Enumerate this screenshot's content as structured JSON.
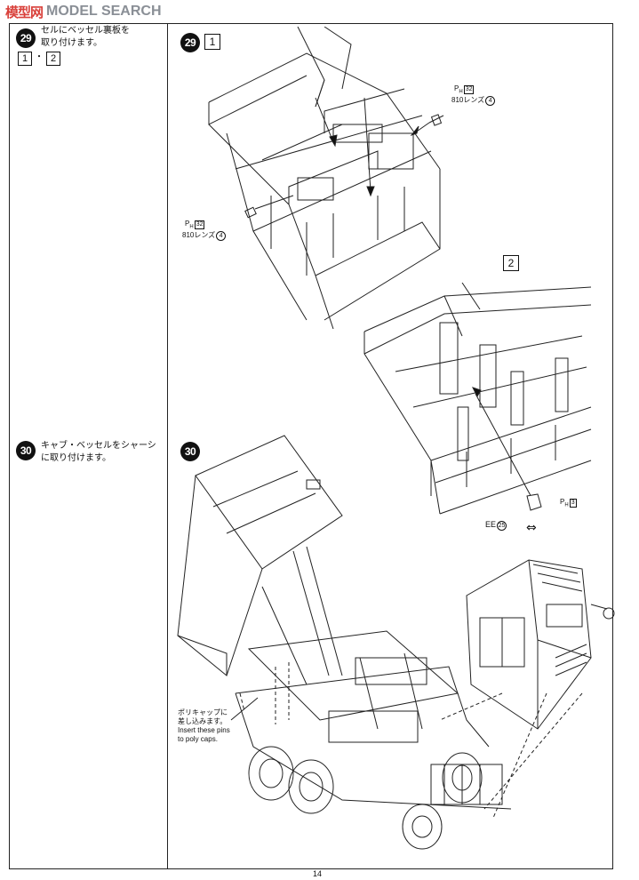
{
  "watermark": {
    "icon_text": "模型网",
    "text": "MODEL SEARCH"
  },
  "steps": {
    "s29": {
      "number": "29",
      "text_line1": "セルにベッセル裏板を",
      "text_line2": "取り付けます。",
      "ref_a": "1",
      "ref_sep": "・",
      "ref_b": "2",
      "fig_label": "1",
      "fig2_label": "2",
      "lens_top": {
        "ph_prefix": "P",
        "ph_sub": "H",
        "ph_box": "32",
        "name": "810レンズ",
        "qty": "4"
      },
      "lens_left": {
        "ph_prefix": "P",
        "ph_sub": "H",
        "ph_box": "32",
        "name": "810レンズ",
        "qty": "4"
      },
      "ee_part": {
        "ph_prefix": "P",
        "ph_sub": "H",
        "ph_box": "3",
        "name": "EE",
        "qty": "25"
      }
    },
    "s30": {
      "number": "30",
      "text_line1": "キャブ・ベッセルをシャーシ",
      "text_line2": "に取り付けます。",
      "note_jp_line1": "ポリキャップに",
      "note_jp_line2": "差し込みます。",
      "note_en_line1": "Insert these pins",
      "note_en_line2": "to poly caps."
    }
  },
  "page_number": "14"
}
